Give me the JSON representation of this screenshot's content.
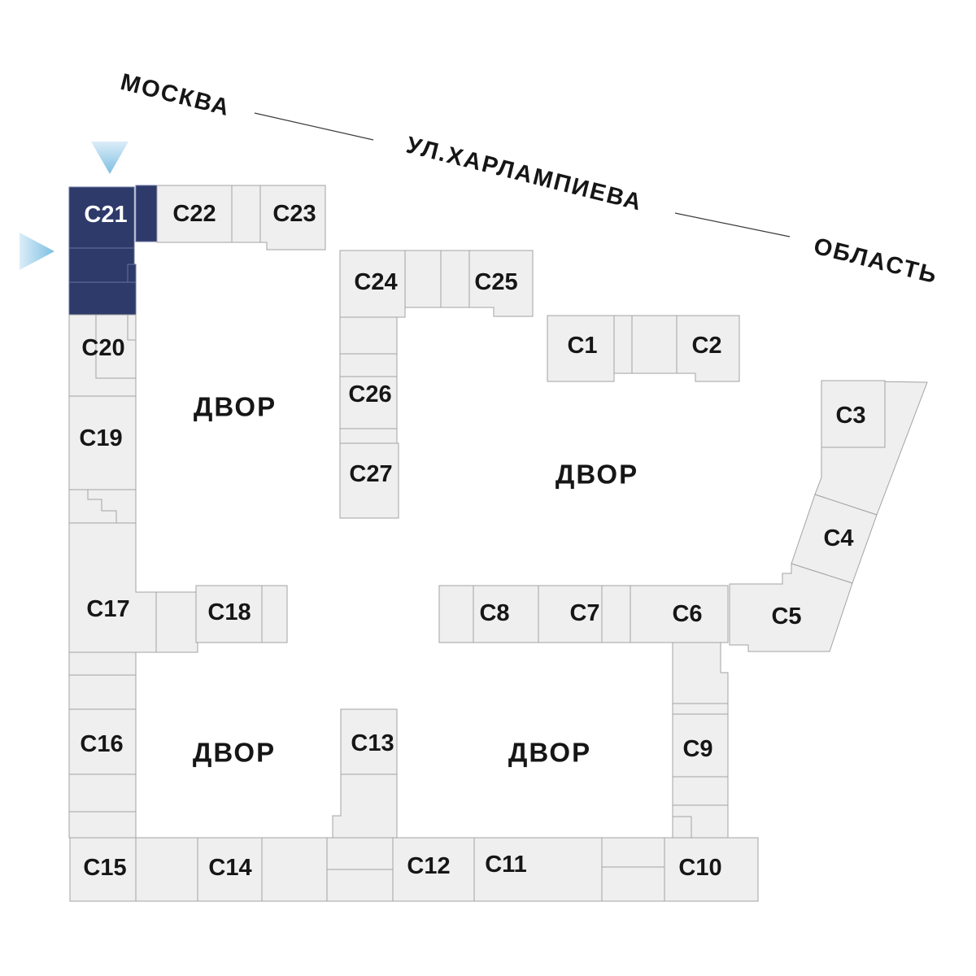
{
  "street": {
    "origin_label": "МОСКВА",
    "street_name": "УЛ.ХАРЛАМПИЕВА",
    "destination_label": "ОБЛАСТЬ"
  },
  "courtyards": {
    "top_left": "ДВОР",
    "top_right": "ДВОР",
    "bottom_left": "ДВОР",
    "bottom_right": "ДВОР"
  },
  "buildings": {
    "c1": {
      "label": "С1"
    },
    "c2": {
      "label": "С2"
    },
    "c3": {
      "label": "С3"
    },
    "c4": {
      "label": "С4"
    },
    "c5": {
      "label": "С5"
    },
    "c6": {
      "label": "С6"
    },
    "c7": {
      "label": "С7"
    },
    "c8": {
      "label": "С8"
    },
    "c9": {
      "label": "С9"
    },
    "c10": {
      "label": "С10"
    },
    "c11": {
      "label": "С11"
    },
    "c12": {
      "label": "С12"
    },
    "c13": {
      "label": "С13"
    },
    "c14": {
      "label": "С14"
    },
    "c15": {
      "label": "С15"
    },
    "c16": {
      "label": "С16"
    },
    "c17": {
      "label": "С17"
    },
    "c18": {
      "label": "С18"
    },
    "c19": {
      "label": "С19"
    },
    "c20": {
      "label": "С20"
    },
    "c21": {
      "label": "С21",
      "selected": true
    },
    "c22": {
      "label": "С22"
    },
    "c23": {
      "label": "С23"
    },
    "c24": {
      "label": "С24"
    },
    "c25": {
      "label": "С25"
    },
    "c26": {
      "label": "С26"
    },
    "c27": {
      "label": "С27"
    }
  },
  "colors": {
    "building-fill": "#efefef",
    "building-stroke": "#a3a3a3",
    "selected-fill": "#2d3a6a",
    "selected-stroke": "#68739d",
    "selected-label-color": "#ffffff",
    "label-color": "#161616",
    "arrow-light": "#dcedf8",
    "arrow-dark": "#7cbfe2",
    "street-line-color": "#3c3c3c"
  }
}
